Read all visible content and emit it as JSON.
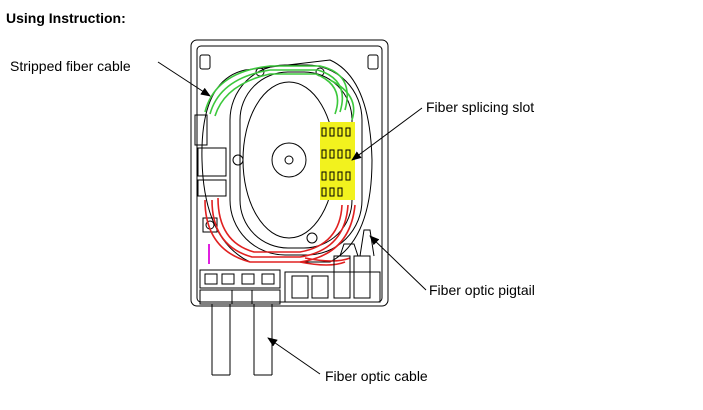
{
  "heading": "Using Instruction:",
  "labels": {
    "stripped_fiber_cable": "Stripped fiber cable",
    "fiber_splicing_slot": "Fiber splicing slot",
    "fiber_optic_pigtail": "Fiber optic pigtail",
    "fiber_optic_cable": "Fiber optic  cable"
  },
  "colors": {
    "outline": "#000000",
    "fiber_green": "#3cc83c",
    "fiber_red": "#e02020",
    "splice_yellow": "#f2f21e",
    "magenta": "#e020e0",
    "gray": "#808080"
  }
}
